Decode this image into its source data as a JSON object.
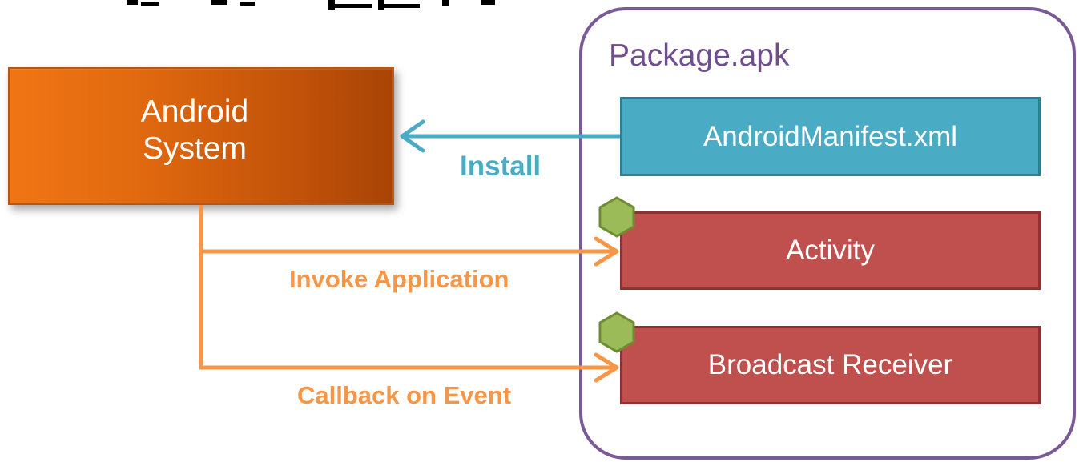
{
  "diagram": {
    "android_system": {
      "label": "Android\nSystem"
    },
    "package": {
      "title": "Package.apk",
      "manifest": "AndroidManifest.xml",
      "activity": "Activity",
      "receiver": "Broadcast Receiver"
    },
    "edges": {
      "install": "Install",
      "invoke": "Invoke Application",
      "callback": "Callback on Event"
    }
  },
  "colors": {
    "orange_box": "#e0690f",
    "orange_line": "#f79646",
    "blue": "#4aabc4",
    "red": "#c0504d",
    "purple": "#7a5a96",
    "hex_green": "#9bbb59"
  }
}
